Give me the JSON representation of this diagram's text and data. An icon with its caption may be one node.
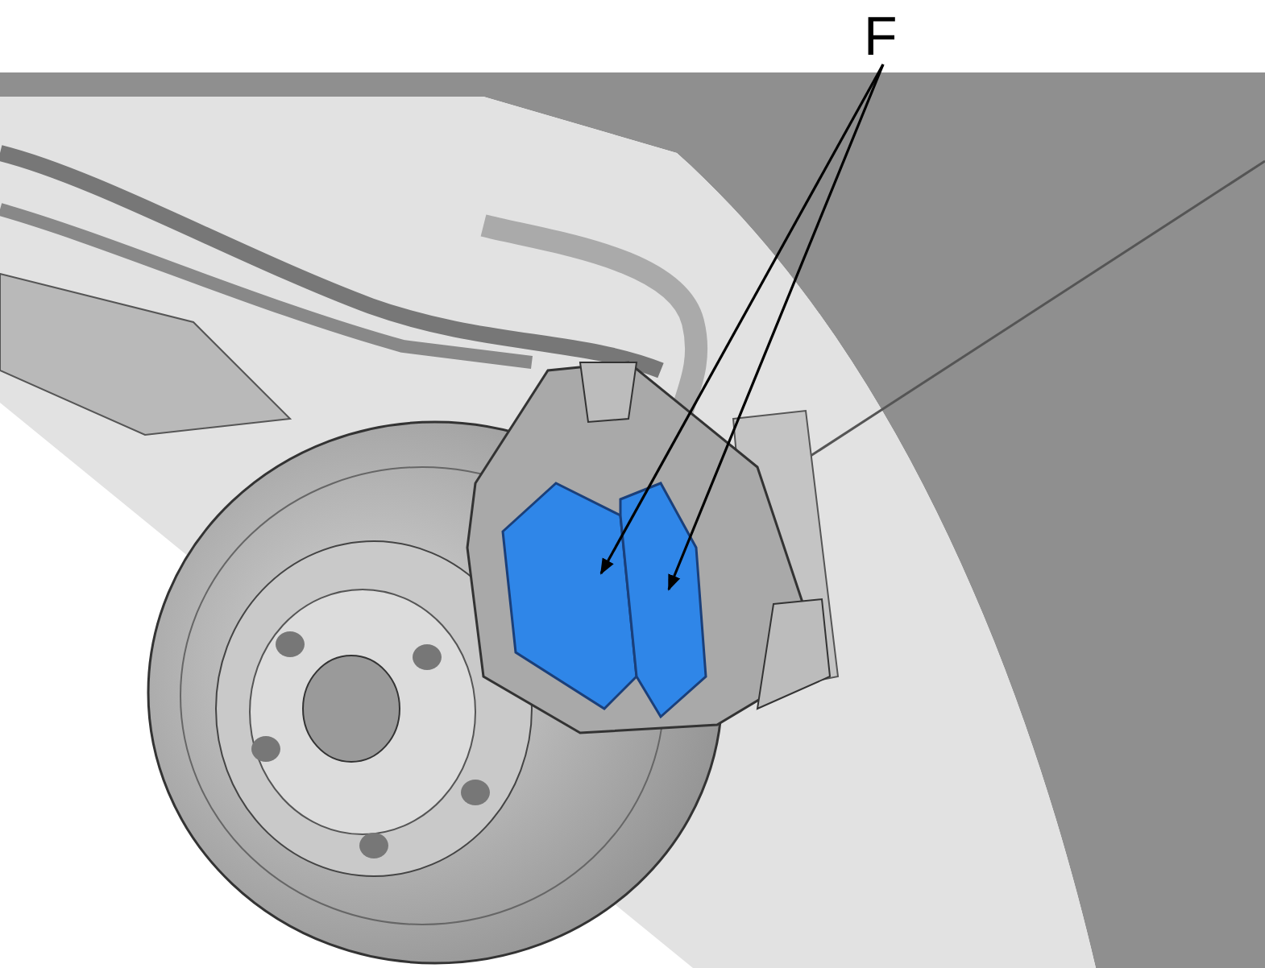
{
  "diagram": {
    "nodes": [
      {
        "text": [
          "F"
        ]
      },
      {
        "text": [],
        "shape": "picture"
      },
      {
        "text": [],
        "shape": "picture"
      }
    ],
    "edges": [
      {
        "from": 0,
        "to": 1,
        "arrow": "to"
      },
      {
        "from": 0,
        "to": 2,
        "arrow": "to"
      }
    ]
  }
}
